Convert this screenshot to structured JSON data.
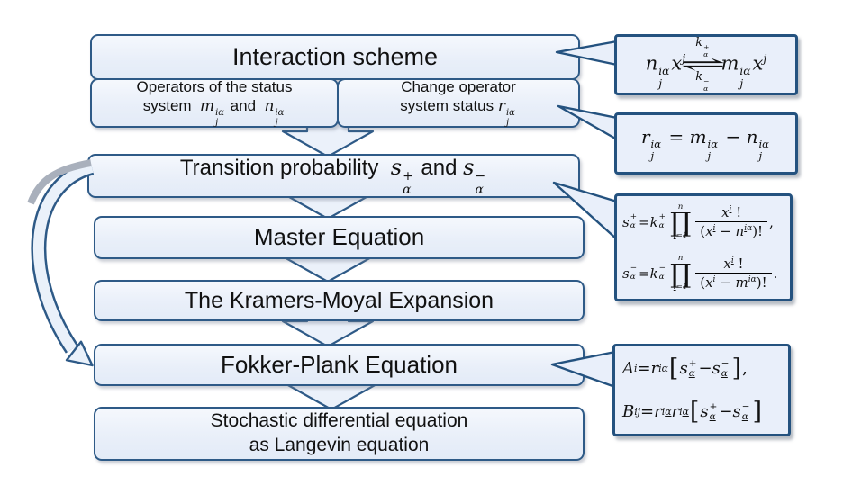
{
  "colors": {
    "box_border": "#2e5a87",
    "callout_border": "#24527f",
    "box_fill": "#e9eff9",
    "arrow_fill": "#ebf1fa",
    "ribbon_gray": "#a9b0bc",
    "text": "#111111"
  },
  "flow": {
    "interaction": {
      "label": "Interaction scheme"
    },
    "operators": {
      "html": "Operators of the status<br>system&nbsp; <span class='mf'><i>m</i><span class='ts'><span class='u'>iα</span><span class='d'>j</span></span></span> and&nbsp; <span class='mf'><i>n</i><span class='ts'><span class='u'>iα</span><span class='d'>j</span></span></span>"
    },
    "change": {
      "html": "Change operator<br>system status&nbsp;<span class='mf'><i>r</i><span class='ts'><span class='u'>iα</span><span class='d'>j</span></span></span>"
    },
    "transition": {
      "html": "Transition probability&nbsp;&nbsp;<span class='mf'><i>s</i><span class='ts'><span class='u'>+</span><span class='d'>α</span></span></span> and <span class='mf'><i>s</i><span class='ts'><span class='u'>−</span><span class='d'>α</span></span></span>"
    },
    "master": {
      "label": "Master Equation"
    },
    "kramers": {
      "label": "The Kramers-Moyal Expansion"
    },
    "fokker": {
      "label": "Fokker-Plank Equation"
    },
    "stochastic": {
      "html": "Stochastic differential equation<br>as Langevin equation"
    }
  },
  "callouts": {
    "reaction": {
      "html": "<i>n</i><span class='ts'><span class='u'>iα</span><span class='d'>j</span></span><i>x</i><sup><i>j</i></sup><span class='rxn'><span class='rl'><i>k</i><span class='ts'><span class='u'>+</span><span class='d'>α</span></span></span><span class='ra'>⇌</span><span class='rl'><i>k</i><span class='ts'><span class='u'>−</span><span class='d'>α</span></span></span></span><i>m</i><span class='ts'><span class='u'>iα</span><span class='d'>j</span></span><i>x</i><sup><i>j</i></sup>"
    },
    "change_def": {
      "html": "<i>r</i><span class='ts'><span class='u'>iα</span><span class='d'>j</span></span> = <i>m</i><span class='ts'><span class='u'>iα</span><span class='d'>j</span></span> − <i>n</i><span class='ts'><span class='u'>iα</span><span class='d'>j</span></span>"
    },
    "transition_def": {
      "line1": "<i>s</i><span class='ts'><span class='u'>+</span><span class='d'>α</span></span> = <i>k</i><span class='ts'><span class='u'>+</span><span class='d'>α</span></span><span class='pr'><span class='pl'><i>n</i></span><span class='ps'>∏</span><span class='pl'><u><i>i</i></u>=1</span></span><span class='fr'><span class='nu'><i>x</i><sup><u><i>i</i></u></sup> !</span><span class='de'>(<i>x</i><sup><u><i>i</i></u></sup> − <i>n</i><sup><u><i>i</i></u><i>α</i></sup>)!</span></span>,",
      "line2": "<i>s</i><span class='ts'><span class='u'>−</span><span class='d'>α</span></span> = <i>k</i><span class='ts'><span class='u'>−</span><span class='d'>α</span></span><span class='pr'><span class='pl'><i>n</i></span><span class='ps'>∏</span><span class='pl'><u><i>i</i></u>=1</span></span><span class='fr'><span class='nu'><i>x</i><sup><u><i>i</i></u></sup> !</span><span class='de'>(<i>x</i><sup><u><i>i</i></u></sup> − <i>m</i><sup><u><i>i</i></u><i>α</i></sup>)!</span></span>."
    },
    "drift_diffusion": {
      "line1": "<i>A</i><sup><i>i</i></sup> = <i>r</i><sup><i>i</i><u><i>α</i></u></sup><span class='bk'>[</span><i>s</i><span class='ts'><span class='u'>+</span><span class='d'><u>α</u></span></span> − <i>s</i><span class='ts'><span class='u'>−</span><span class='d'><u>α</u></span></span><span class='bk'>]</span>,",
      "line2": "<i>B</i><sup><i>ij</i></sup> = <i>r</i><sup><i>i</i><u><i>α</i></u></sup><i>r</i><sup><i>i</i><u><i>α</i></u></sup><span class='bk'>[</span><i>s</i><span class='ts'><span class='u'>+</span><span class='d'><u>α</u></span></span> − <i>s</i><span class='ts'><span class='u'>−</span><span class='d'><u>α</u></span></span><span class='bk'>]</span>"
    }
  }
}
